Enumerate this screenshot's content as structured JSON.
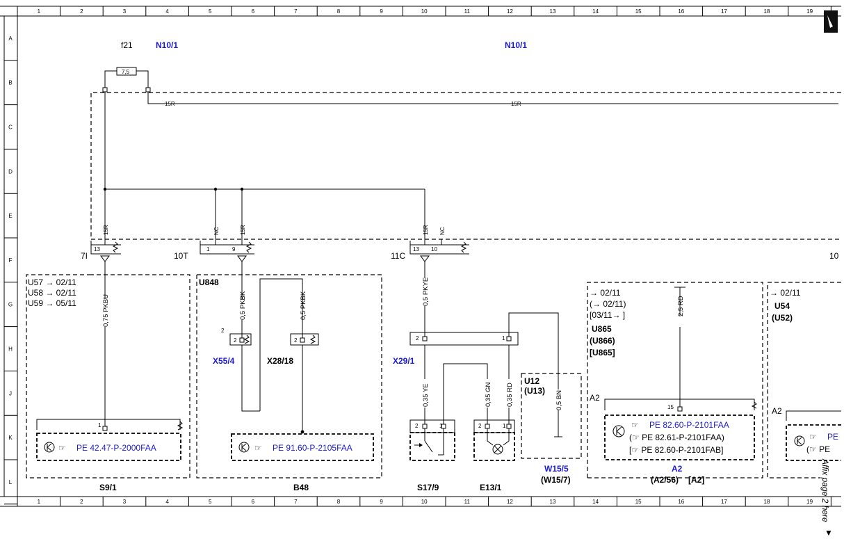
{
  "frame": {
    "columns": [
      "1",
      "2",
      "3",
      "4",
      "5",
      "6",
      "7",
      "8",
      "9",
      "10",
      "11",
      "12",
      "13",
      "14",
      "15",
      "16",
      "17",
      "18",
      "19"
    ],
    "rows": [
      "A",
      "B",
      "C",
      "D",
      "E",
      "F",
      "G",
      "H",
      "J",
      "K",
      "L"
    ],
    "affix_note": "Affix page 2 here",
    "affix_arrow": "▼"
  },
  "header": {
    "fuse_label": "f21",
    "module_left": "N10/1",
    "module_right": "N10/1",
    "fuse_rating": "7,5"
  },
  "bus": {
    "label_left": "15R",
    "label_right": "15R"
  },
  "connector_pins": {
    "g1_id": "7I",
    "g1_pin": "13",
    "g1_sig": "15R",
    "g2_id": "10T",
    "g2_pin_a": "1",
    "g2_pin_b": "9",
    "g2_sig_a": "NC",
    "g2_sig_b": "15R",
    "g3_id": "11C",
    "g3_pin_a": "13",
    "g3_pin_b": "10",
    "g3_sig_a": "15R",
    "g3_sig_b": "NC",
    "g4_id": "10"
  },
  "left_box": {
    "codes": [
      "U57 → 02/11",
      "U58 → 02/11",
      "U59 → 05/11"
    ],
    "wire": "0,75 PKBU",
    "pin": "1",
    "ref": "PE 42.47-P-2000FAA",
    "name": "S9/1"
  },
  "u848_box": {
    "code": "U848",
    "wire_a": "0,5 PKBK",
    "wire_b": "0,5 PKBK",
    "conn_a_pin": "2",
    "conn_a_pin_inner": "2",
    "conn_b_pin": "2",
    "conn_a_name": "X55/4",
    "conn_b_name": "X28/18",
    "ref": "PE 91.60-P-2105FAA",
    "name": "B48"
  },
  "center": {
    "wire_top": "0,5 PKYE",
    "conn_pin_left": "2",
    "conn_pin_right": "1",
    "conn_name": "X29/1",
    "wire_ye": "0,35 YE",
    "wire_gn": "0,35 GN",
    "wire_rd": "0,35 RD",
    "s17_pins": [
      "2",
      "1"
    ],
    "e13_pins": [
      "2",
      "1"
    ],
    "s17_name": "S17/9",
    "e13_name": "E13/1"
  },
  "u12_box": {
    "codes": [
      "U12",
      "(U13)"
    ],
    "wire": "0,5 BN",
    "name": "W15/5",
    "name_alt": "(W15/7)"
  },
  "a2_box": {
    "codes": [
      "→ 02/11",
      "(→ 02/11)",
      "[03/11→ ]",
      "U865",
      "(U866)",
      "[U865]"
    ],
    "wire": "2,5 RD",
    "plug": "A2",
    "pin": "15",
    "refs": [
      "PE 82.60-P-2101FAA",
      "(☞ PE 82.61-P-2101FAA)",
      "[☞ PE 82.60-P-2101FAB]"
    ],
    "name": "A2",
    "name_alt": "(A2/56)",
    "name_alt2": "[A2]"
  },
  "u54_box": {
    "codes": [
      "→ 02/11",
      "U54",
      "(U52)"
    ],
    "plug": "A2",
    "ref": "PE",
    "ref2": "(☞ PE"
  },
  "icons": {
    "pointer": "☞"
  }
}
